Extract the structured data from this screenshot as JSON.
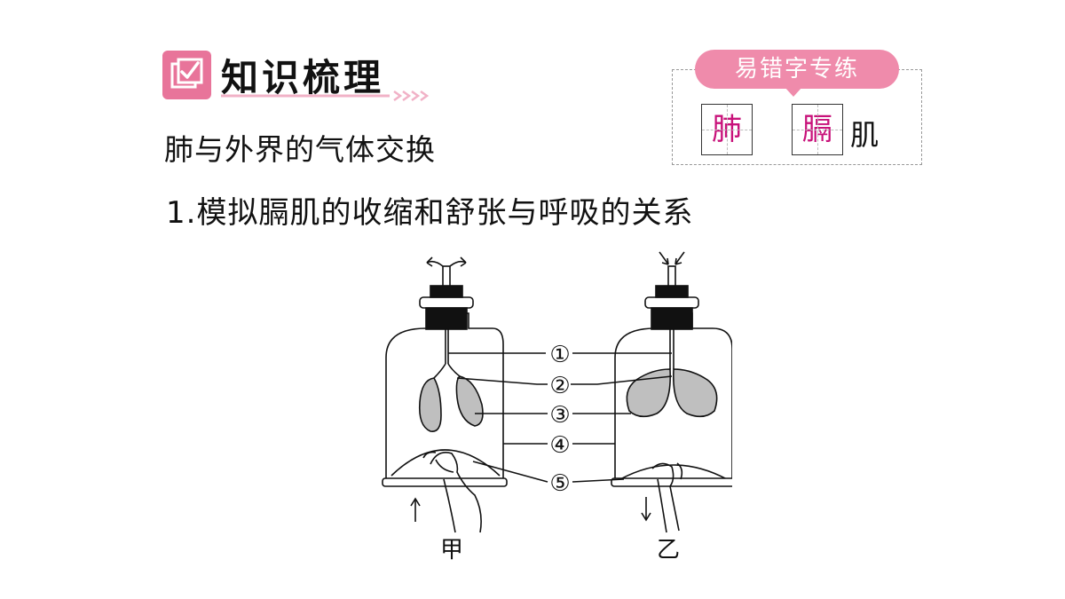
{
  "header": {
    "title": "知识梳理",
    "icon": "checkbox-icon",
    "accent": "#e8749a"
  },
  "practice": {
    "label": "易错字专练",
    "chars": [
      "肺",
      "膈"
    ],
    "tail": "肌",
    "accent": "#ef8bab",
    "highlight": "#c8127a"
  },
  "section_title": "肺与外界的气体交换",
  "item_title": "1.模拟膈肌的收缩和舒张与呼吸的关系",
  "diagram": {
    "labels": [
      "①",
      "②",
      "③",
      "④",
      "⑤"
    ],
    "captions": [
      "甲",
      "乙"
    ]
  }
}
